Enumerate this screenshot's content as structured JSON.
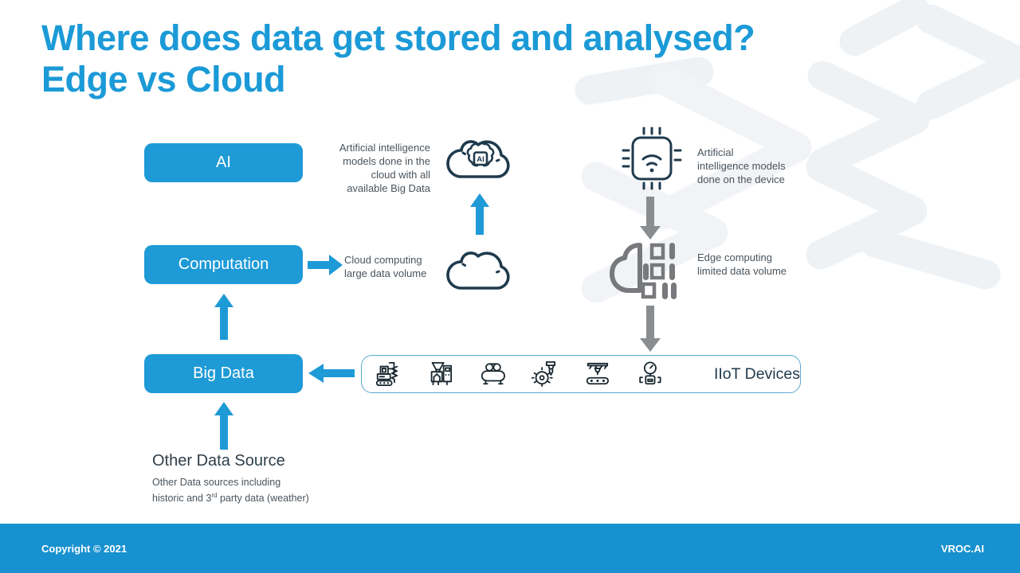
{
  "title": {
    "line1": "Where does data get stored and analysed?",
    "line2": "Edge vs Cloud"
  },
  "boxes": {
    "ai": "AI",
    "computation": "Computation",
    "big_data": "Big Data"
  },
  "labels": {
    "ai_cloud": [
      "Artificial intelligence",
      "models done in the",
      "cloud with all",
      "available Big Data"
    ],
    "device": [
      "Artificial",
      "intelligence models",
      "done on the device"
    ],
    "cloud": [
      "Cloud computing",
      "large data volume"
    ],
    "edge": [
      "Edge computing",
      "limited data volume"
    ],
    "iiot": "IIoT Devices",
    "other_title": "Other Data Source",
    "other_sub_line1": "Other Data sources including",
    "other_sub_line2_pre": "historic and 3",
    "other_sub_sup": "rd",
    "other_sub_line2_post": " party data (weather)"
  },
  "footer": {
    "copyright": "Copyright © 2021",
    "brand": "VROC.AI"
  },
  "icons": {
    "ai_cloud": "cloud-with-ai-brain-icon",
    "plain_cloud": "cloud-icon",
    "device_chip": "iot-chip-wifi-icon",
    "edge_computing": "edge-computing-half-cloud-binary-icon",
    "iiot_devices": [
      "drill-rig-icon",
      "hopper-machine-icon",
      "compressor-icon",
      "gear-feeder-icon",
      "filling-conveyor-icon",
      "pressure-sensor-icon"
    ]
  },
  "colors": {
    "brand_blue": "#1e9ad6",
    "title_blue": "#1b9ad7",
    "footer_blue": "#1791cf",
    "dark_navy": "#1f3a4d",
    "label_gray": "#4a545c",
    "icon_gray": "#7d8084",
    "iiot_border": "#5aa9cf",
    "pattern_gray": "#eff2f5"
  }
}
